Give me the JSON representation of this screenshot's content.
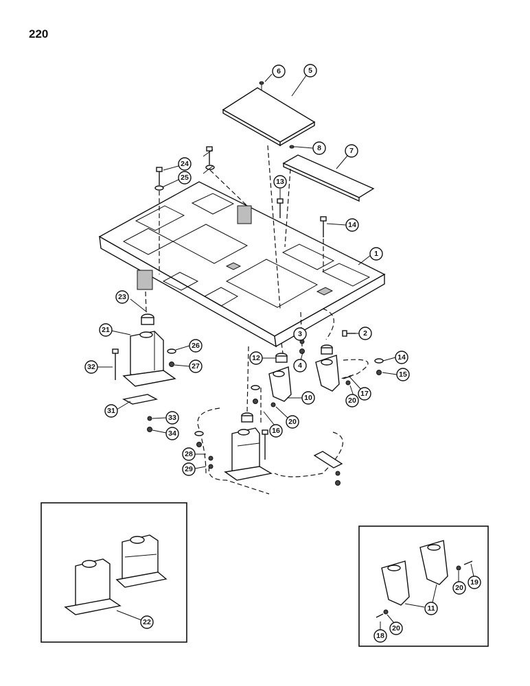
{
  "page": {
    "number": "220"
  },
  "callouts": {
    "c1": "1",
    "c2": "2",
    "c3": "3",
    "c4": "4",
    "c5": "5",
    "c6": "6",
    "c7": "7",
    "c8": "8",
    "c10": "10",
    "c11": "11",
    "c12": "12",
    "c13": "13",
    "c14a": "14",
    "c14b": "14",
    "c15": "15",
    "c16": "16",
    "c17": "17",
    "c18": "18",
    "c19": "19",
    "c20a": "20",
    "c20b": "20",
    "c20c": "20",
    "c20d": "20",
    "c21": "21",
    "c22": "22",
    "c23": "23",
    "c24": "24",
    "c25": "25",
    "c26": "26",
    "c27": "27",
    "c28": "28",
    "c29": "29",
    "c31": "31",
    "c32": "32",
    "c33": "33",
    "c34": "34"
  }
}
